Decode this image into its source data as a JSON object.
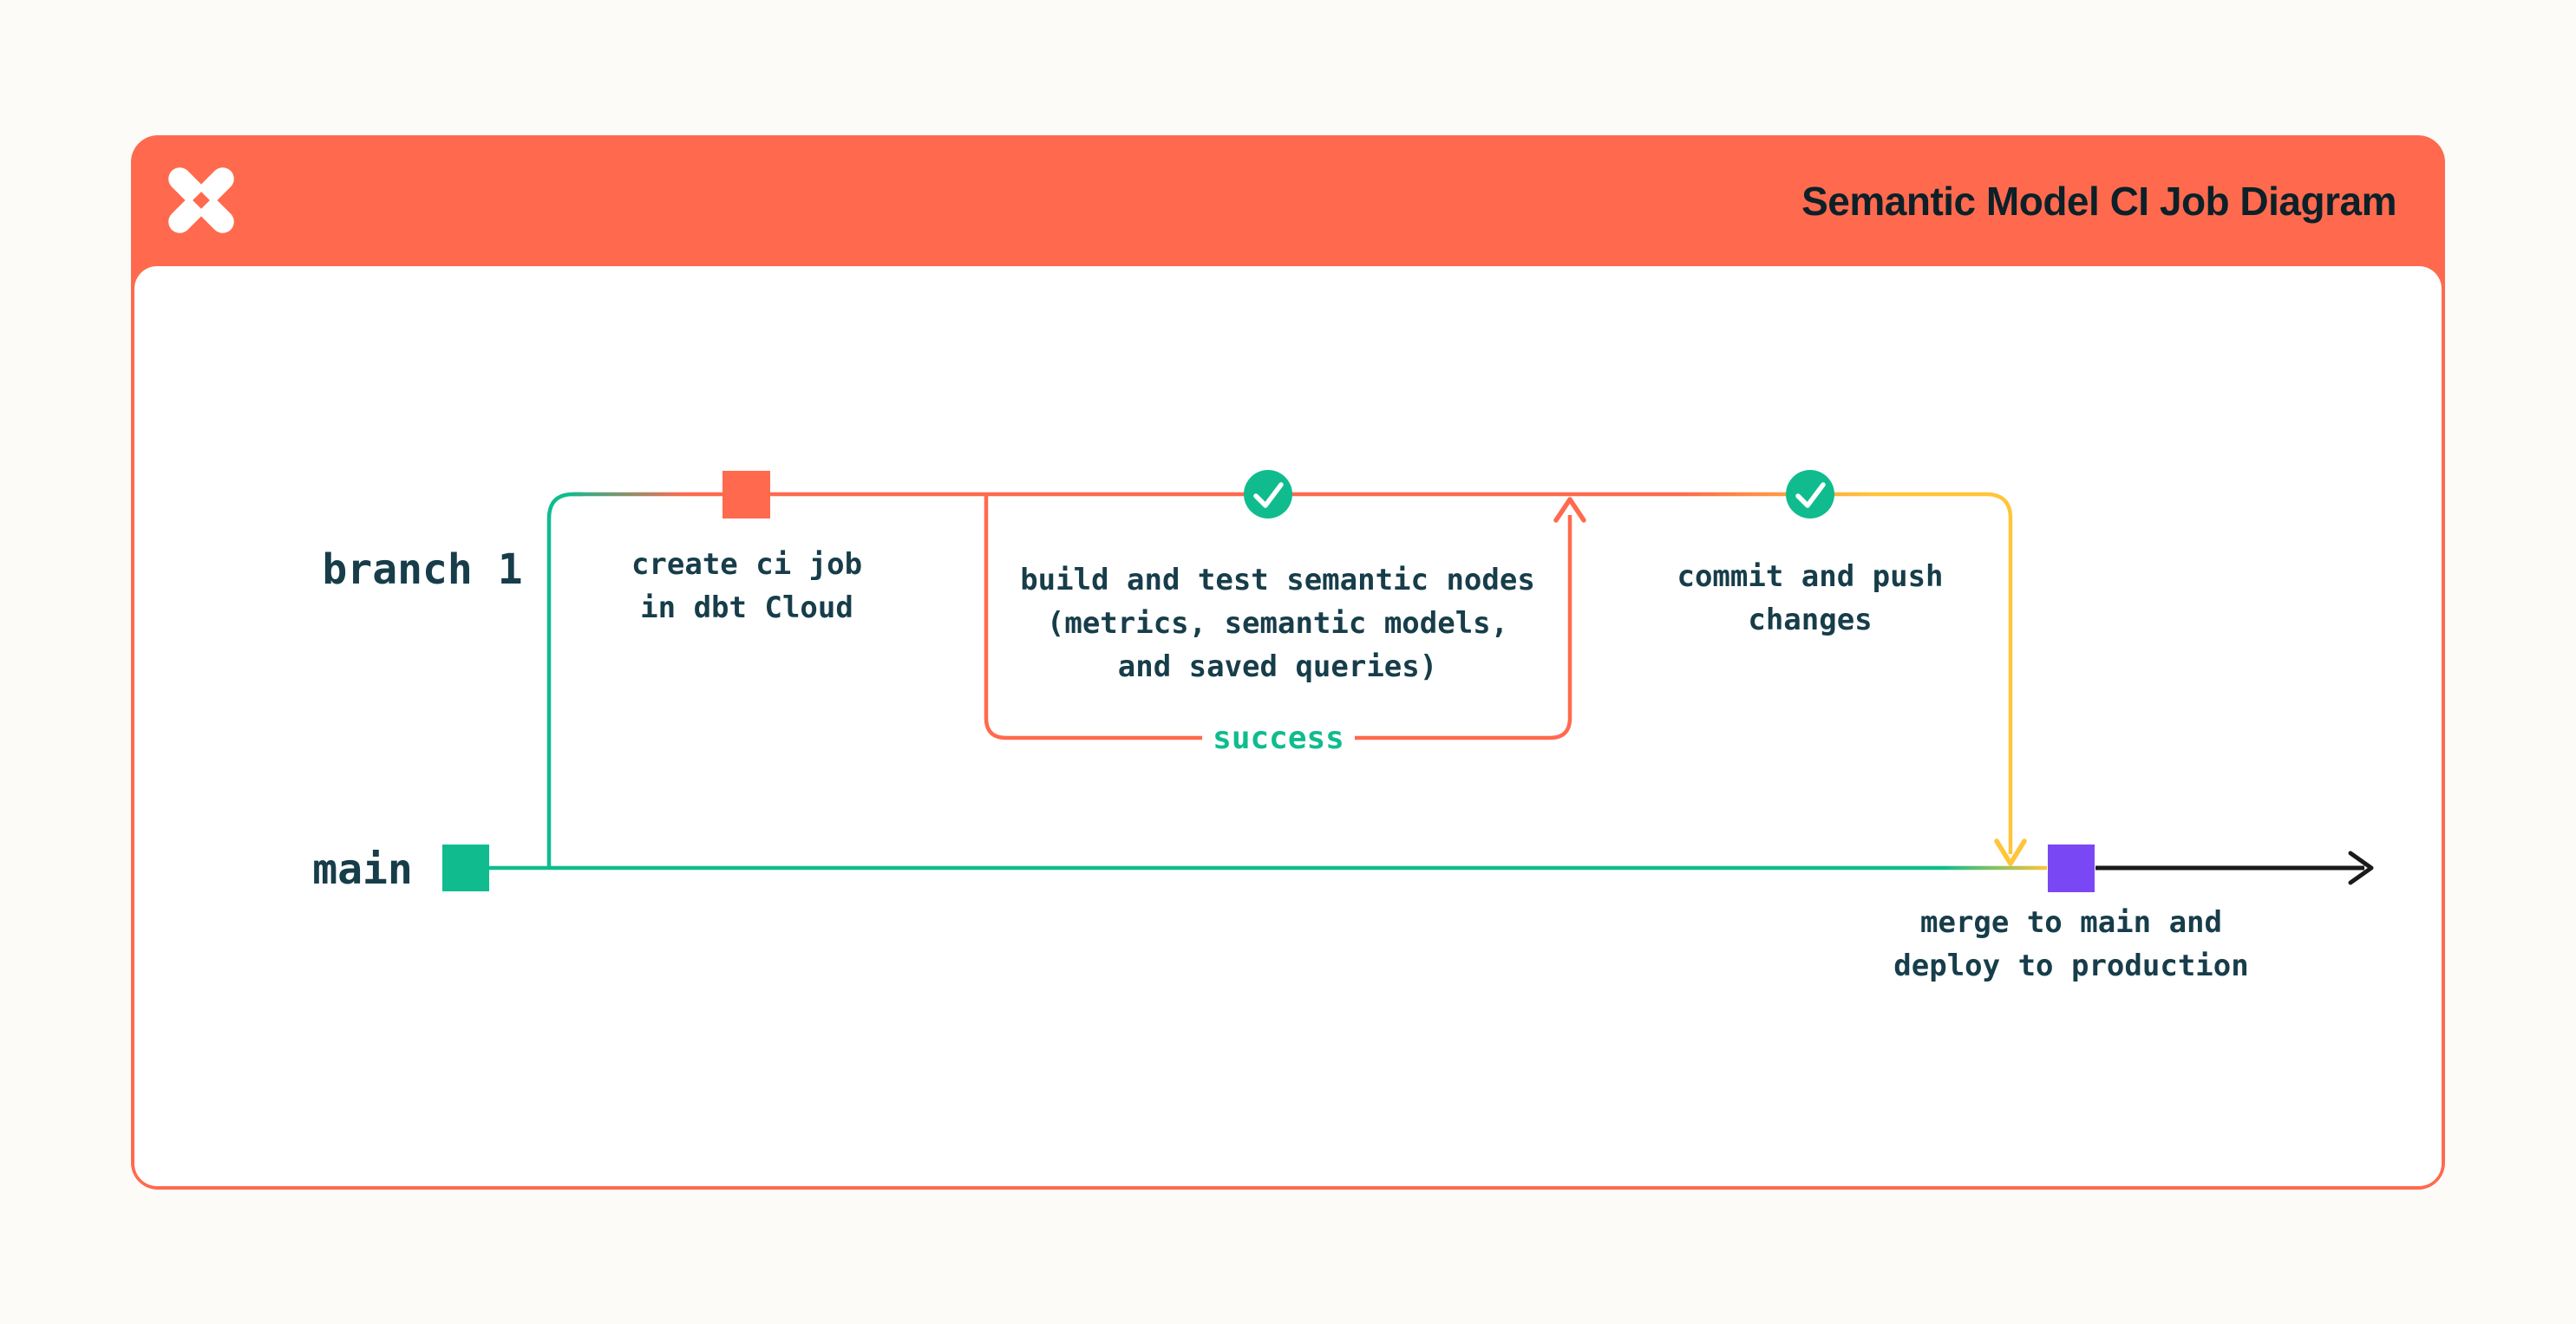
{
  "header": {
    "title": "Semantic Model CI Job Diagram",
    "logo": "dbt-logo"
  },
  "diagram": {
    "branch_label": "branch 1",
    "main_label": "main",
    "loop_label": "success",
    "nodes": {
      "create": [
        "create ci job",
        "in dbt Cloud"
      ],
      "build": [
        "build and test semantic nodes",
        "(metrics, semantic models,",
        "and saved queries)"
      ],
      "commit": [
        "commit and push",
        "changes"
      ],
      "merge": [
        "merge to main and",
        "deploy to production"
      ]
    },
    "icons": {
      "branch_commit_square": "coral-square",
      "main_start_square": "green-square",
      "merge_commit_square": "purple-square",
      "ci_pass_check": "check-circle",
      "push_pass_check": "check-circle"
    }
  },
  "colors": {
    "bg": "#fcfbf8",
    "coral": "#ff6a4e",
    "green": "#10bc8e",
    "yellow": "#ffc53a",
    "purple": "#7a47f5",
    "ink": "#173d4a",
    "title": "#0d2028",
    "arrow": "#1a1a1a"
  }
}
